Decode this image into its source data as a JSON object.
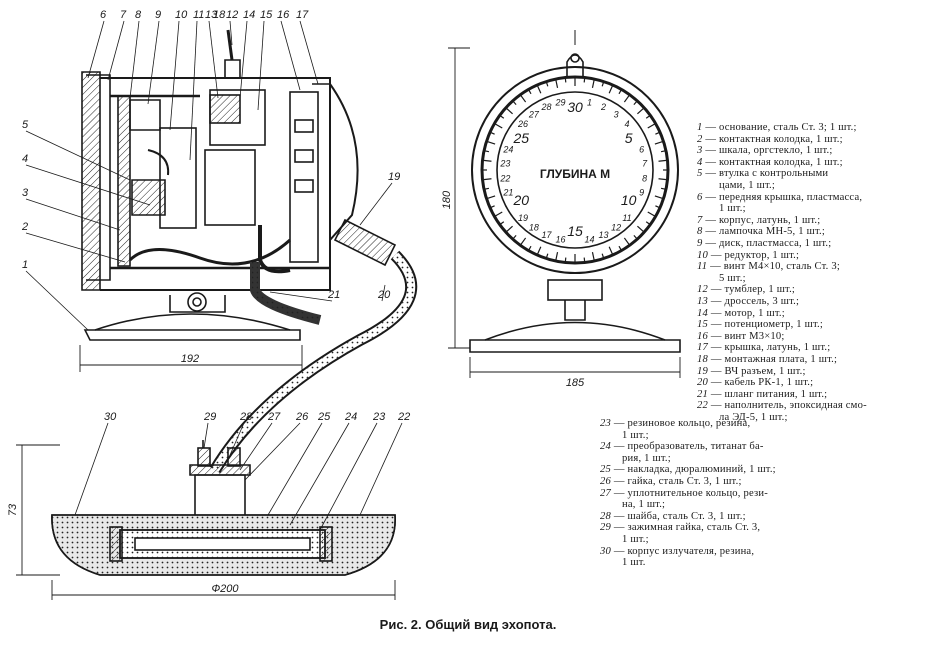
{
  "callouts": [
    "6",
    "7",
    "8",
    "9",
    "10",
    "11",
    "13",
    "12",
    "14",
    "15",
    "16",
    "17",
    "18",
    "5",
    "4",
    "3",
    "2",
    "1",
    "19",
    "20",
    "21",
    "22",
    "23",
    "24",
    "25",
    "26",
    "27",
    "28",
    "29",
    "30"
  ],
  "dimensions": {
    "width_side": "192",
    "height_front": "180",
    "width_front": "185",
    "height_emitter": "73",
    "diameter_emitter": "Ф200"
  },
  "dial": {
    "label": "ГЛУБИНА М",
    "numbers": [
      "1",
      "2",
      "3",
      "4",
      "5",
      "6",
      "7",
      "8",
      "9",
      "10",
      "11",
      "12",
      "13",
      "14",
      "15",
      "16",
      "17",
      "18",
      "19",
      "20",
      "21",
      "22",
      "23",
      "24",
      "25",
      "26",
      "27",
      "28",
      "29",
      "30"
    ]
  },
  "legend_right": [
    {
      "n": "1",
      "text": "— основание, сталь Ст. 3; 1 шт.;"
    },
    {
      "n": "2",
      "text": "— контактная колодка, 1 шт.;"
    },
    {
      "n": "3",
      "text": "— шкала, оргстекло, 1 шт.;"
    },
    {
      "n": "4",
      "text": "— контактная колодка, 1 шт.;"
    },
    {
      "n": "5",
      "text": "— втулка с контрольными"
    },
    {
      "n": "",
      "text": "цами, 1 шт.;"
    },
    {
      "n": "6",
      "text": "— передняя крышка, пластмасса,"
    },
    {
      "n": "",
      "text": "1 шт.;"
    },
    {
      "n": "7",
      "text": "— корпус, латунь, 1 шт.;"
    },
    {
      "n": "8",
      "text": "— лампочка МН-5, 1 шт.;"
    },
    {
      "n": "9",
      "text": "— диск, пластмасса, 1 шт.;"
    },
    {
      "n": "10",
      "text": "— редуктор, 1 шт.;"
    },
    {
      "n": "11",
      "text": "— винт М4×10, сталь Ст. 3;"
    },
    {
      "n": "",
      "text": "5 шт.;"
    },
    {
      "n": "12",
      "text": "— тумблер, 1 шт.;"
    },
    {
      "n": "13",
      "text": "— дроссель, 3 шт.;"
    },
    {
      "n": "14",
      "text": "— мотор, 1 шт.;"
    },
    {
      "n": "15",
      "text": "— потенциометр, 1 шт.;"
    },
    {
      "n": "16",
      "text": "— винт М3×10;"
    },
    {
      "n": "17",
      "text": "— крышка, латунь, 1 шт.;"
    },
    {
      "n": "18",
      "text": "— монтажная плата, 1 шт.;"
    },
    {
      "n": "19",
      "text": "— ВЧ разъем, 1 шт.;"
    },
    {
      "n": "20",
      "text": "— кабель РК-1, 1 шт.;"
    },
    {
      "n": "21",
      "text": "— шланг питания, 1 шт.;"
    },
    {
      "n": "22",
      "text": "— наполнитель, эпоксидная смо-"
    },
    {
      "n": "",
      "text": "ла ЭД-5, 1 шт.;"
    }
  ],
  "legend_lower": [
    {
      "n": "23",
      "text": "— резиновое кольцо, резина,"
    },
    {
      "n": "",
      "text": "1 шт.;"
    },
    {
      "n": "24",
      "text": "— преобразователь, титанат ба-"
    },
    {
      "n": "",
      "text": "рия, 1 шт.;"
    },
    {
      "n": "25",
      "text": "— накладка, дюралюминий, 1 шт.;"
    },
    {
      "n": "26",
      "text": "— гайка, сталь Ст. 3, 1 шт.;"
    },
    {
      "n": "27",
      "text": "— уплотнительное кольцо, рези-"
    },
    {
      "n": "",
      "text": "на, 1 шт.;"
    },
    {
      "n": "28",
      "text": "— шайба, сталь Ст. 3, 1 шт.;"
    },
    {
      "n": "29",
      "text": "— зажимная гайка, сталь Ст. 3,"
    },
    {
      "n": "",
      "text": "1 шт.;"
    },
    {
      "n": "30",
      "text": "— корпус излучателя, резина,"
    },
    {
      "n": "",
      "text": "1 шт."
    }
  ],
  "caption": "Рис. 2. Общий вид эхопота."
}
